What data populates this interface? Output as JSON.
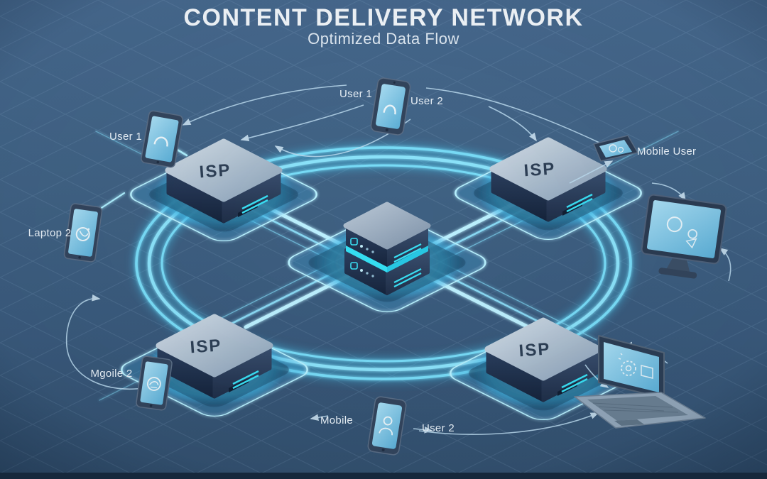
{
  "header": {
    "title": "CONTENT DELIVERY NETWORK",
    "subtitle": "Optimized Data Flow"
  },
  "nodes": {
    "isp_nw": {
      "label": "ISP"
    },
    "isp_ne": {
      "label": "ISP"
    },
    "isp_sw": {
      "label": "ISP"
    },
    "isp_se": {
      "label": "ISP"
    },
    "center_server": {
      "icon": "server-stack-icon"
    }
  },
  "devices": {
    "phone_top": {
      "label_left": "User 1",
      "label_right": "User 2",
      "icon": "wave-icon"
    },
    "tablet_left_top": {
      "label": "User 1",
      "icon": "wave-icon"
    },
    "tablet_left_mid": {
      "label": "Laptop 2",
      "icon": "globe-icon"
    },
    "tablet_bottom_left": {
      "label": "Mgoile 2",
      "icon": "globe-icon"
    },
    "phone_bottom": {
      "label_left": "Mobile",
      "label_right": "User 2",
      "icon": "user-icon"
    },
    "phone_top_right": {
      "label": "Mobile User",
      "icon": "screen-icon"
    },
    "monitor_right": {
      "icon": "shapes-icon"
    },
    "laptop_bottom_right": {
      "icon": "shapes-icon"
    }
  },
  "colors": {
    "background": "#406284",
    "ring_cyan": "#6fd8f6",
    "platform_glow": "#53cdf2",
    "accent_stripe": "#38e0f4",
    "box_top": "#b8c8d8",
    "box_front": "#1d2e4a",
    "label_text": "#eaf2f9"
  }
}
